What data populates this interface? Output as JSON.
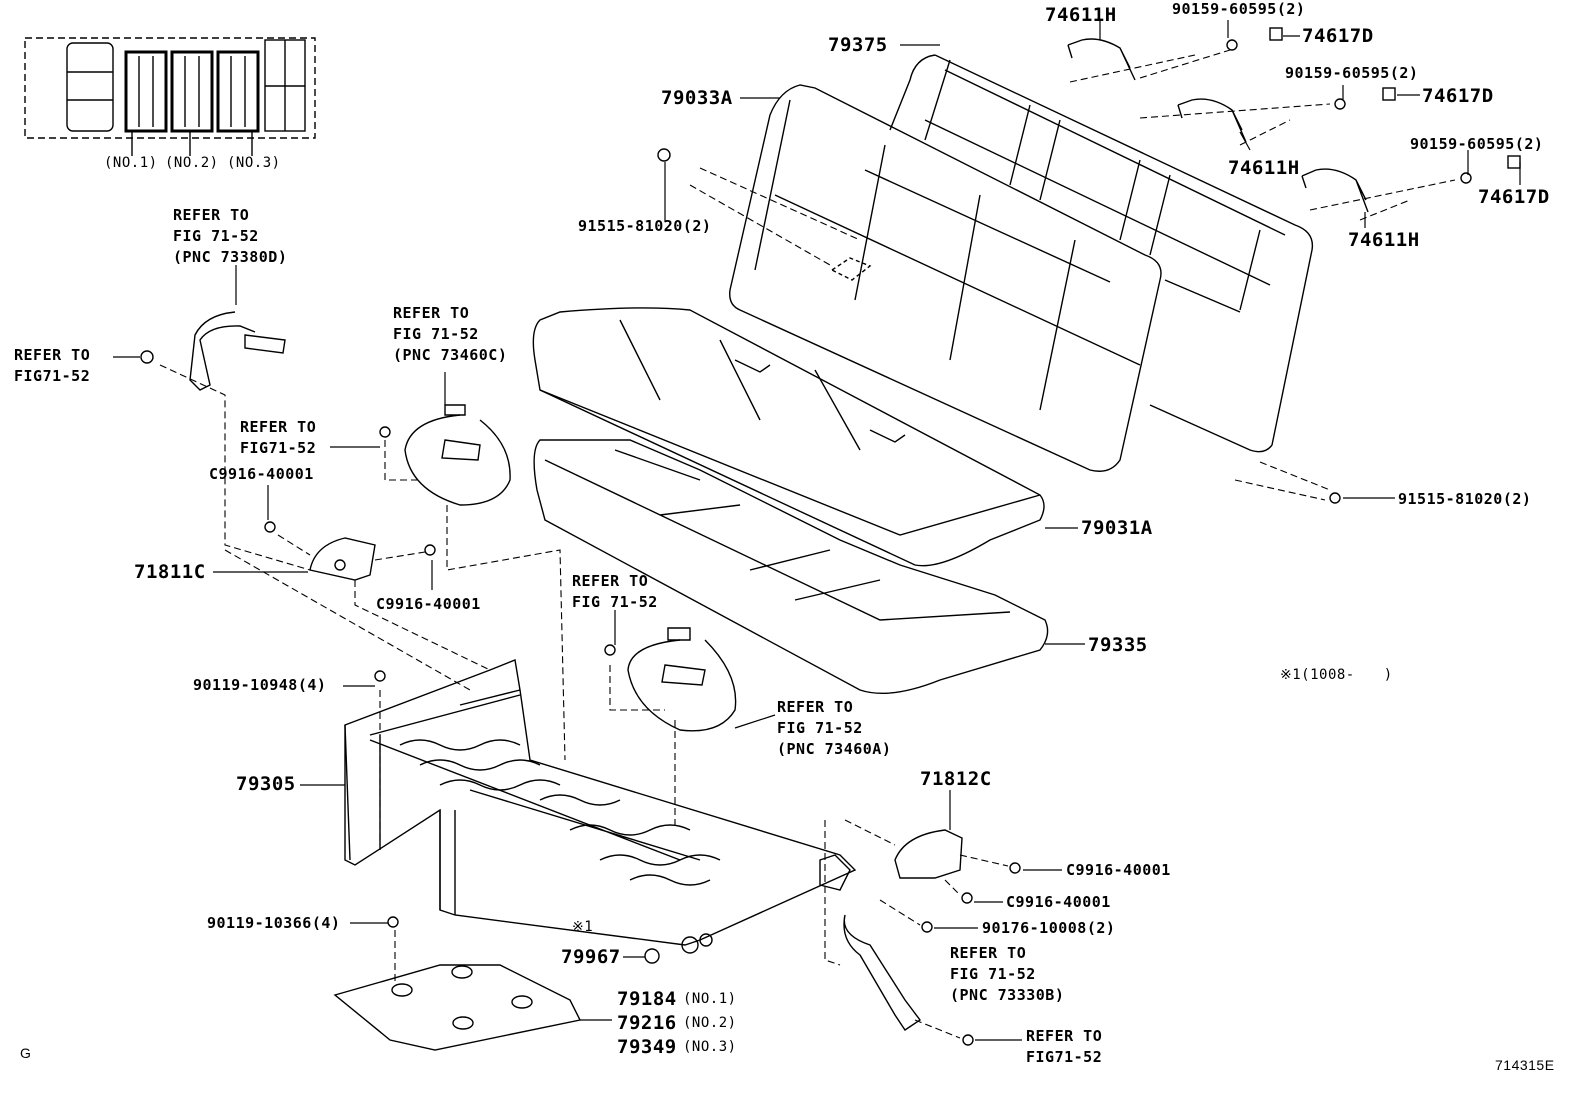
{
  "legend": {
    "positions": [
      "(NO.1)",
      "(NO.2)",
      "(NO.3)"
    ]
  },
  "labels": {
    "p74611h_top": "74611H",
    "p90159_1": "90159-60595(2)",
    "p74617d_1": "74617D",
    "p79375": "79375",
    "p90159_2": "90159-60595(2)",
    "p74617d_2": "74617D",
    "p79033a": "79033A",
    "p74611h_mid": "74611H",
    "p90159_3": "90159-60595(2)",
    "p74617d_3": "74617D",
    "p74611h_bot": "74611H",
    "p91515_left": "91515-81020(2)",
    "p91515_right": "91515-81020(2)",
    "p79031a": "79031A",
    "p79335": "79335",
    "note_range": "※1(1008-　　)",
    "p71811c": "71811C",
    "p c9916_a": "C9916-40001",
    "p_c9916_b": "C9916-40001",
    "p90119_10948": "90119-10948(4)",
    "p79305": "79305",
    "p71812c": "71812C",
    "p_c9916_c": "C9916-40001",
    "p_c9916_d": "C9916-40001",
    "p90176": "90176-10008(2)",
    "p90119_10366": "90119-10366(4)",
    "note_mark": "※1",
    "p79967": "79967",
    "p79184": "79184",
    "p79184_pos": "(NO.1)",
    "p79216": "79216",
    "p79216_pos": "(NO.2)",
    "p79349": "79349",
    "p79349_pos": "(NO.3)",
    "footer_left": "G",
    "footer_right": "714315E"
  },
  "refs": {
    "r1": [
      "REFER TO",
      "FIG 71-52",
      "(PNC 73380D)"
    ],
    "r2": [
      "REFER TO",
      "FIG71-52"
    ],
    "r3": [
      "REFER TO",
      "FIG 71-52",
      "(PNC 73460C)"
    ],
    "r4": [
      "REFER TO",
      "FIG71-52"
    ],
    "r5": [
      "REFER TO",
      "FIG 71-52"
    ],
    "r6": [
      "REFER TO",
      "FIG 71-52",
      "(PNC 73460A)"
    ],
    "r7": [
      "REFER TO",
      "FIG 71-52",
      "(PNC 73330B)"
    ],
    "r8": [
      "REFER TO",
      "FIG71-52"
    ]
  }
}
